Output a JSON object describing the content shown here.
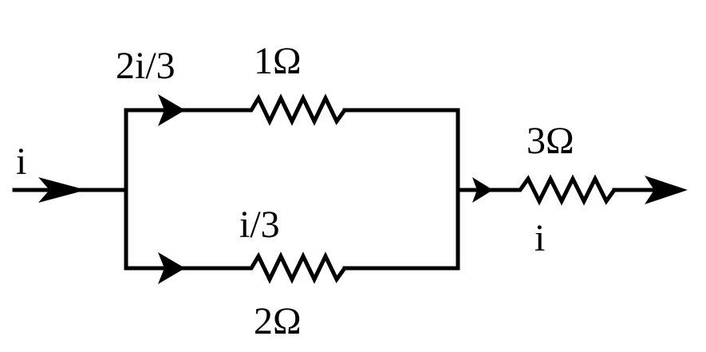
{
  "diagram": {
    "type": "circuit",
    "colors": {
      "stroke": "#000000",
      "background": "#ffffff"
    },
    "input_current": {
      "label": "i"
    },
    "output_current": {
      "label": "i"
    },
    "branches": [
      {
        "name": "upper",
        "current_label": "2i/3",
        "resistor_label": "1Ω",
        "resistance_ohm": 1
      },
      {
        "name": "lower",
        "current_label": "i/3",
        "resistor_label": "2Ω",
        "resistance_ohm": 2
      }
    ],
    "series_resistor": {
      "resistor_label": "3Ω",
      "resistance_ohm": 3
    }
  }
}
